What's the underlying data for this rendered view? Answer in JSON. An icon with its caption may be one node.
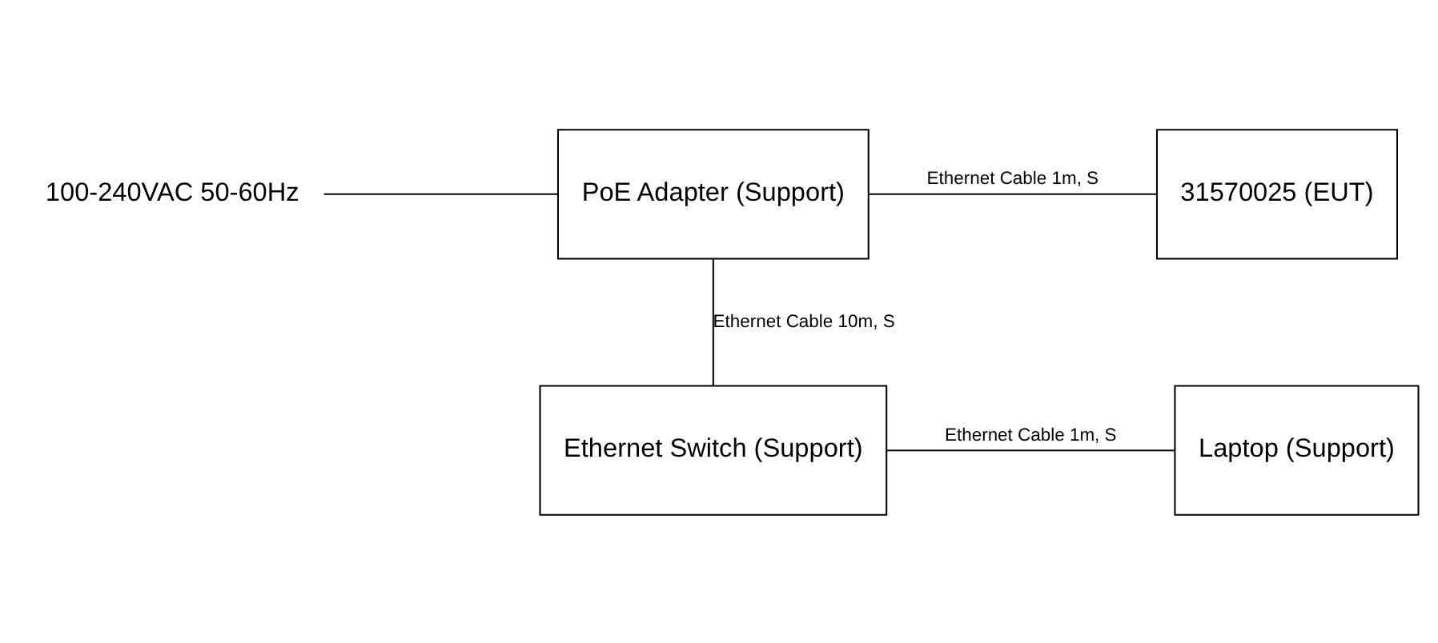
{
  "diagram": {
    "nodes": [
      {
        "text": [
          "100-240VAC 50-60Hz"
        ]
      },
      {
        "text": [
          "PoE Adapter (Support)"
        ]
      },
      {
        "text": [
          "31570025 (EUT)"
        ]
      },
      {
        "text": [
          "Ethernet Switch (Support)"
        ]
      },
      {
        "text": [
          "Laptop (Support)"
        ]
      }
    ],
    "edges": [
      {
        "from": 0,
        "to": 1,
        "arrow": "none"
      },
      {
        "from": 1,
        "to": 2,
        "arrow": "none",
        "label": "Ethernet Cable 1m, S"
      },
      {
        "from": 1,
        "to": 3,
        "arrow": "none",
        "label": "Ethernet Cable 10m, S"
      },
      {
        "from": 3,
        "to": 4,
        "arrow": "none",
        "label": "Ethernet Cable 1m, S"
      }
    ]
  }
}
